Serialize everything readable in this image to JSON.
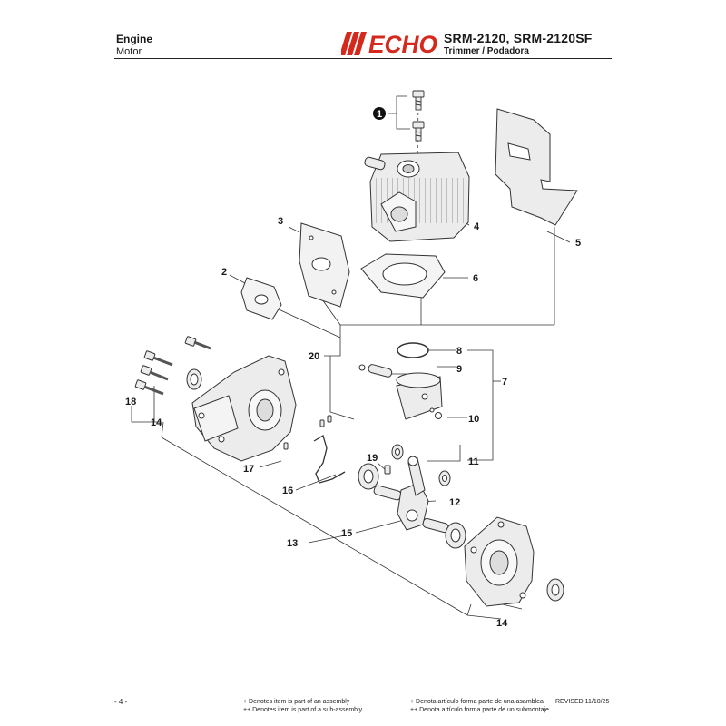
{
  "header": {
    "section": "Engine",
    "section_es": "Motor",
    "brand": "ECHO",
    "model": "SRM-2120, SRM-2120SF",
    "subtitle": "Trimmer / Podadora"
  },
  "callouts": [
    "1",
    "2",
    "3",
    "4",
    "5",
    "6",
    "7",
    "8",
    "9",
    "10",
    "11",
    "12",
    "13",
    "14",
    "14",
    "15",
    "16",
    "17",
    "18",
    "19",
    "20"
  ],
  "footer": {
    "page": "- 4 -",
    "note_en_1": "+ Denotes item is part of an assembly",
    "note_en_2": "++ Denotes item is part of a sub-assembly",
    "note_es_1": "+ Denota artículo forma parte de una asamblea",
    "note_es_2": "++ Denota artículo forma parte de un submontaje",
    "revised": "REVISED 11/10/25"
  },
  "colors": {
    "brand": "#d42a1e",
    "ink": "#1a1a1a",
    "part_fill": "#ececec",
    "line": "#333333"
  }
}
